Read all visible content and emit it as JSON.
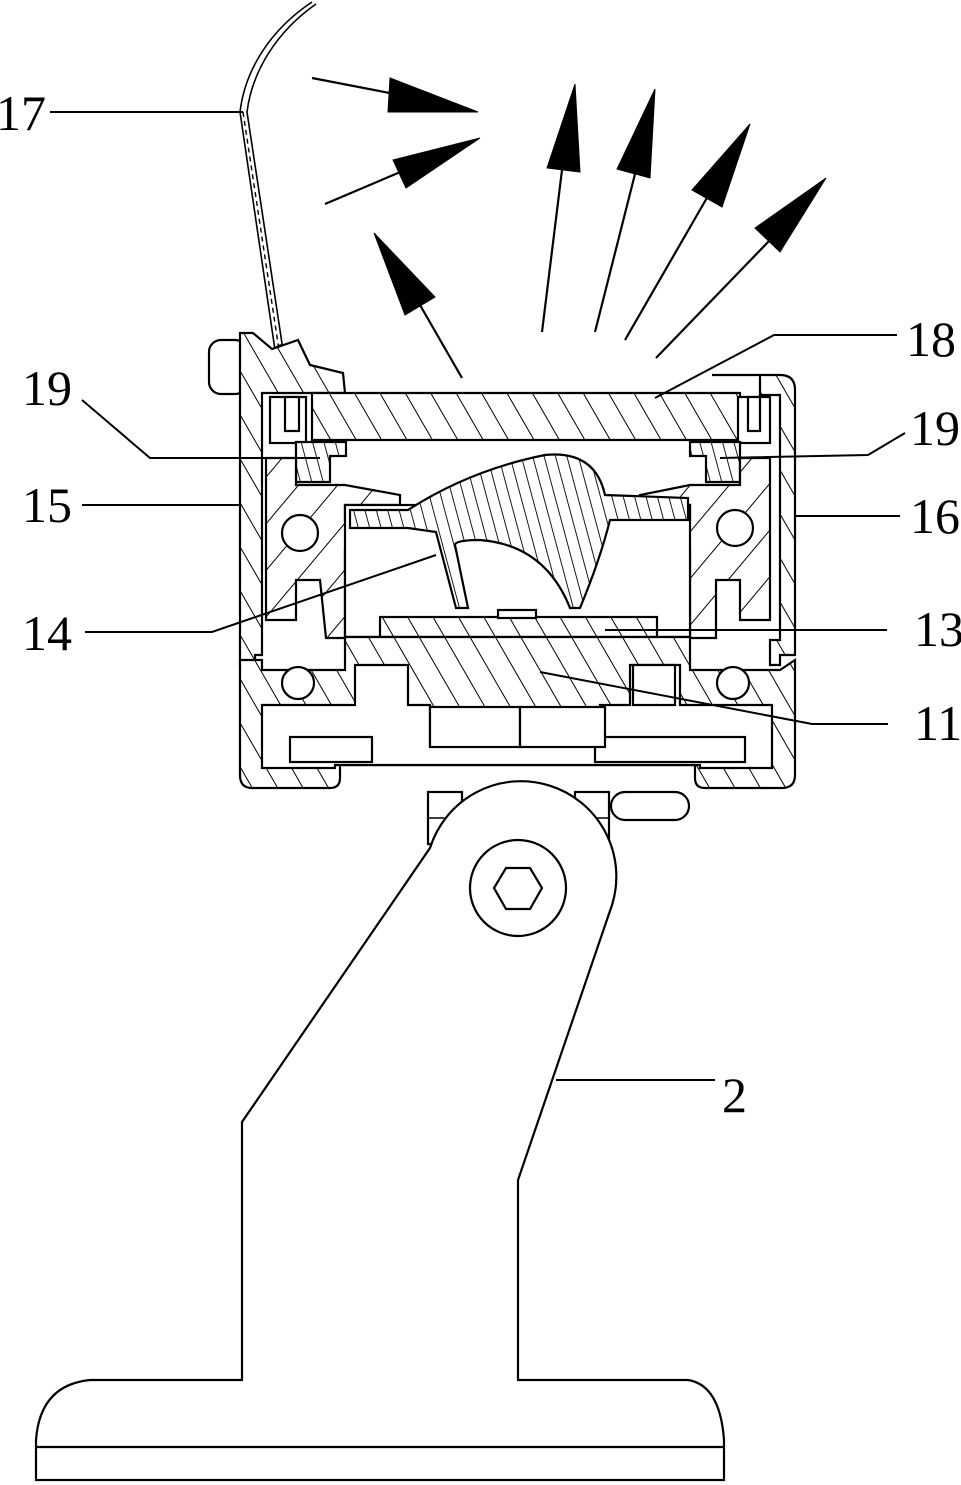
{
  "figure": {
    "type": "patent cross-section drawing",
    "subject": "light fixture with adjustable mounting bracket",
    "line_color": "#000000",
    "background_color": "#ffffff"
  },
  "labels": [
    {
      "id": "17",
      "text": "17",
      "refers_to": "flexible reflector sheet"
    },
    {
      "id": "18",
      "text": "18",
      "refers_to": "top cover / lens"
    },
    {
      "id": "19L",
      "text": "19",
      "refers_to": "seal (left)"
    },
    {
      "id": "19R",
      "text": "19",
      "refers_to": "seal (right)"
    },
    {
      "id": "15",
      "text": "15",
      "refers_to": "left side profile"
    },
    {
      "id": "16",
      "text": "16",
      "refers_to": "right side profile"
    },
    {
      "id": "14",
      "text": "14",
      "refers_to": "lens / optical element"
    },
    {
      "id": "13",
      "text": "13",
      "refers_to": "LED circuit board"
    },
    {
      "id": "11",
      "text": "11",
      "refers_to": "heat sink base"
    },
    {
      "id": "2",
      "text": "2",
      "refers_to": "mounting bracket"
    }
  ],
  "light_rays": {
    "count": 7,
    "direction": "outward / upward"
  },
  "fastener": {
    "type": "hex socket bolt",
    "icon": "hex-bolt-icon"
  }
}
